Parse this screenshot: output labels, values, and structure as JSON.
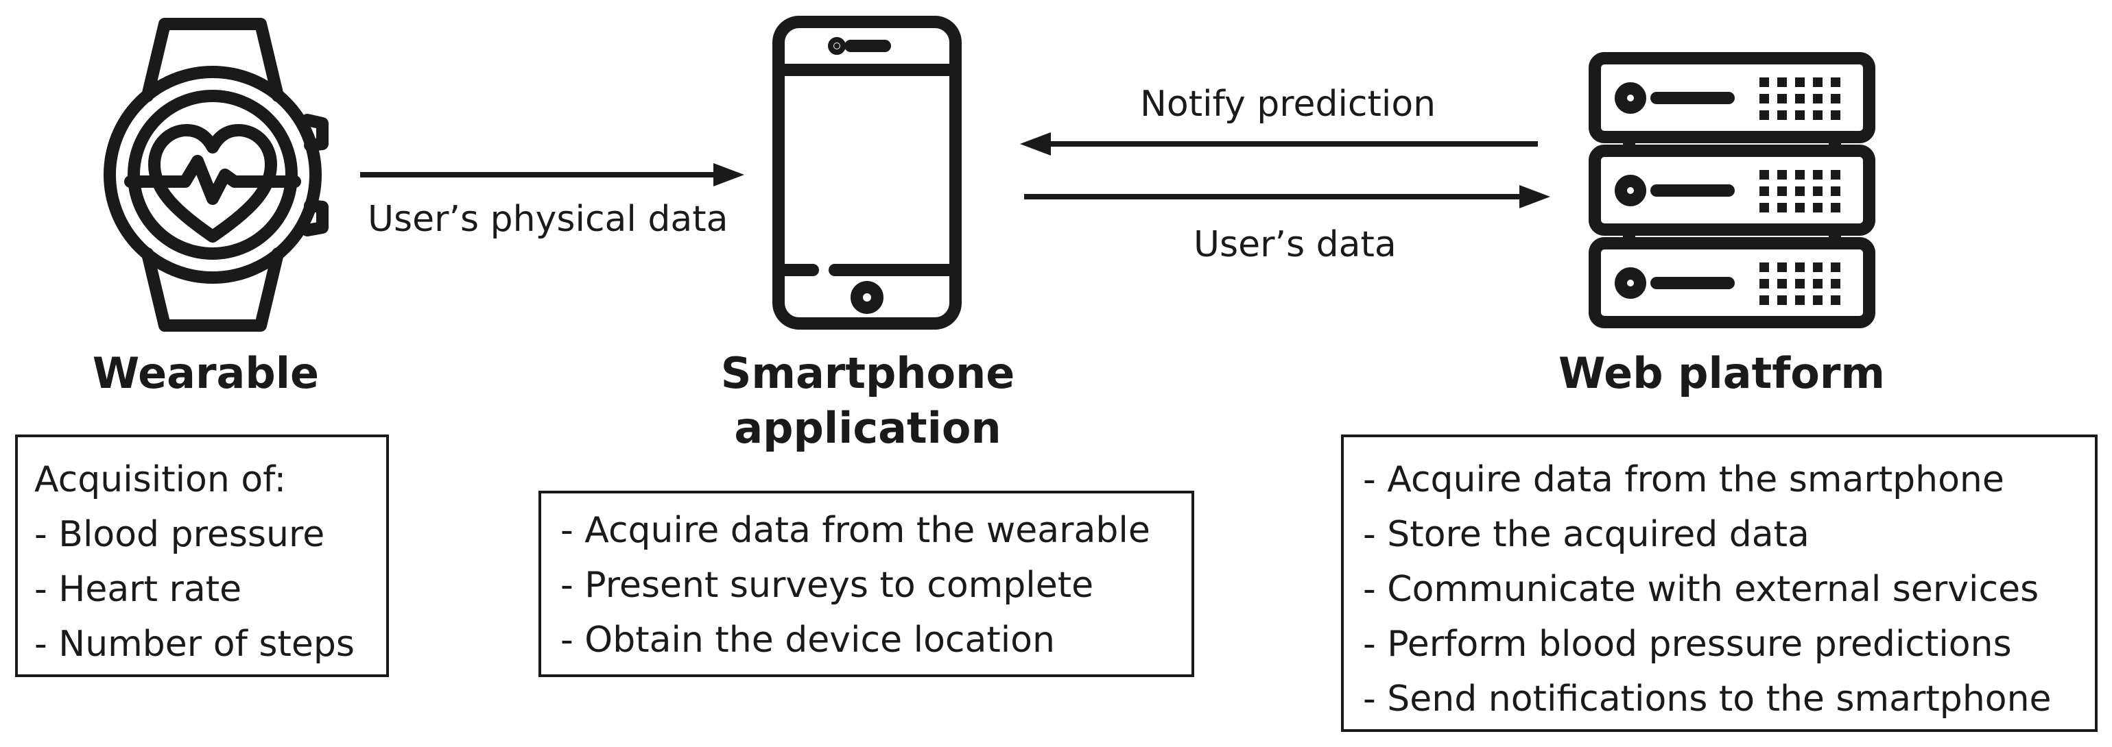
{
  "nodes": {
    "wearable": {
      "icon": "smartwatch-heart-icon",
      "title": "Wearable",
      "box_lines": [
        "Acquisition of:",
        "- Blood pressure",
        "- Heart rate",
        "- Number of steps"
      ]
    },
    "smartphone": {
      "icon": "smartphone-icon",
      "title_lines": [
        "Smartphone",
        "application"
      ],
      "box_lines": [
        "- Acquire data from the wearable",
        "- Present surveys to complete",
        "- Obtain the device location"
      ]
    },
    "web": {
      "icon": "server-rack-icon",
      "title": "Web platform",
      "box_lines": [
        "- Acquire data from the smartphone",
        "- Store the acquired data",
        "- Communicate with external services",
        "- Perform blood pressure predictions",
        "- Send notifications to the smartphone"
      ]
    }
  },
  "edges": [
    {
      "from": "wearable",
      "to": "smartphone",
      "label": "User’s physical data"
    },
    {
      "from": "web",
      "to": "smartphone",
      "label": "Notify prediction"
    },
    {
      "from": "smartphone",
      "to": "web",
      "label": "User’s data"
    }
  ],
  "colors": {
    "stroke": "#1a1a1a",
    "background": "#ffffff"
  }
}
